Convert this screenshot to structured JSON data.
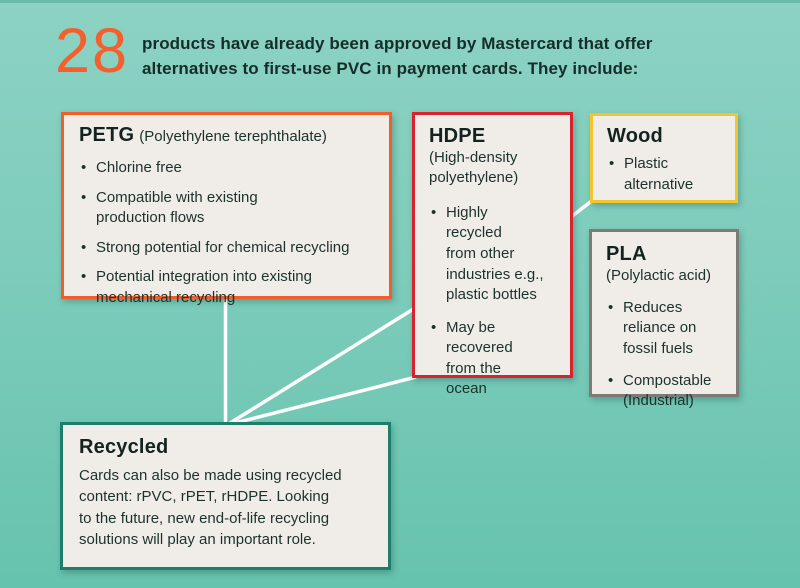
{
  "page": {
    "title": "Mastercard approved PVC alternatives infographic",
    "colors": {
      "background_top": "#8CD2C3",
      "background_bottom": "#66C3AE",
      "top_strip": "#6ABCAA",
      "card_background": "#F0EDE8",
      "text": "#162D28",
      "accent_orange": "#F45F2D",
      "connector_white": "#FFFFFF"
    }
  },
  "header": {
    "count": "28",
    "line1": "products have already been approved by Mastercard that offer",
    "line2": "alternatives to first-use PVC in payment cards. They include:"
  },
  "boxes": {
    "petg": {
      "title": "PETG",
      "subtitle": "(Polyethylene terephthalate)",
      "border_color": "#F05E2B",
      "bullets": [
        "Chlorine free",
        "Compatible with existing\nproduction flows",
        "Strong potential for chemical recycling",
        "Potential integration into existing\nmechanical recycling"
      ]
    },
    "hdpe": {
      "title": "HDPE",
      "subtitle": "(High-density\npolyethylene)",
      "border_color": "#D8232E",
      "bullets": [
        "Highly\nrecycled\nfrom other\nindustries e.g.,\nplastic bottles",
        "May be\nrecovered\nfrom the\nocean"
      ]
    },
    "wood": {
      "title": "Wood",
      "border_color": "#F2C52F",
      "bullets": [
        "Plastic\nalternative"
      ]
    },
    "pla": {
      "title": "PLA",
      "subtitle": "(Polylactic acid)",
      "border_color": "#7D7B76",
      "bullets": [
        "Reduces\nreliance on\nfossil fuels",
        "Compostable\n(Industrial)"
      ]
    },
    "recycled": {
      "title": "Recycled",
      "border_color": "#1E7E6B",
      "body": "Cards can also be made using recycled\ncontent: rPVC, rPET, rHDPE. Looking\nto the future, new end-of-life recycling\nsolutions will play an important role."
    }
  },
  "connectors": {
    "color": "#FFFFFF"
  }
}
